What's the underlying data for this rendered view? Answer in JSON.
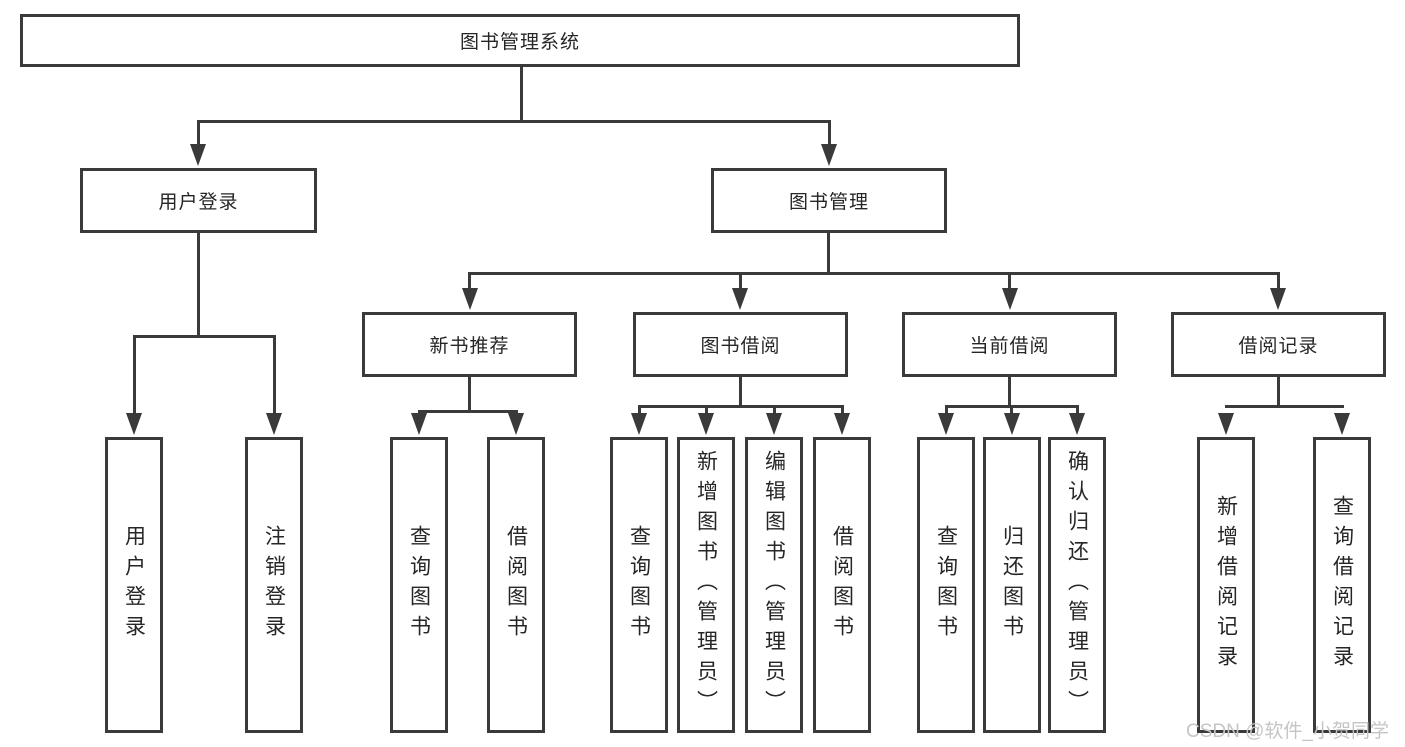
{
  "diagram": {
    "root": {
      "label": "图书管理系统"
    },
    "level2": [
      {
        "label": "用户登录"
      },
      {
        "label": "图书管理"
      }
    ],
    "level3": [
      {
        "label": "新书推荐"
      },
      {
        "label": "图书借阅"
      },
      {
        "label": "当前借阅"
      },
      {
        "label": "借阅记录"
      }
    ],
    "leaves": {
      "user_login": [
        {
          "label": "用户登录"
        },
        {
          "label": "注销登录"
        }
      ],
      "new_book": [
        {
          "label": "查询图书"
        },
        {
          "label": "借阅图书"
        }
      ],
      "book_borrow": [
        {
          "label": "查询图书"
        },
        {
          "label": "新增图书（管理员）"
        },
        {
          "label": "编辑图书（管理员）"
        },
        {
          "label": "借阅图书"
        }
      ],
      "current_borrow": [
        {
          "label": "查询图书"
        },
        {
          "label": "归还图书"
        },
        {
          "label": "确认归还（管理员）"
        }
      ],
      "borrow_record": [
        {
          "label": "新增借阅记录"
        },
        {
          "label": "查询借阅记录"
        }
      ]
    },
    "watermark": "CSDN @软件_小贺同学",
    "colors": {
      "line": "#3a3a3a",
      "text": "#262626",
      "watermark": "#c5c5c5",
      "background": "#ffffff"
    }
  }
}
